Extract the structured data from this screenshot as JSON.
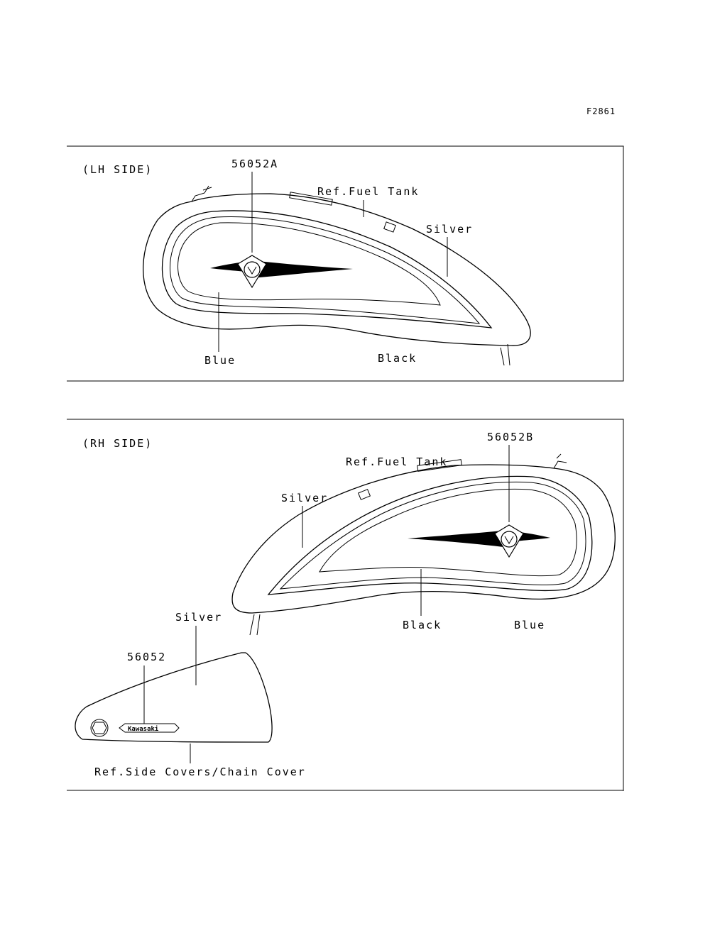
{
  "figure_code": "F2861",
  "lh_panel": {
    "side_label": "(LH SIDE)",
    "part_number": "56052A",
    "ref_label": "Ref.Fuel Tank",
    "color_silver": "Silver",
    "color_blue": "Blue",
    "color_black": "Black"
  },
  "rh_panel": {
    "side_label": "(RH SIDE)",
    "part_number": "56052B",
    "ref_label": "Ref.Fuel Tank",
    "color_silver": "Silver",
    "color_black": "Black",
    "color_blue": "Blue",
    "side_cover": {
      "color_silver": "Silver",
      "part_number": "56052",
      "logo_text": "Kawasaki",
      "ref_label": "Ref.Side Covers/Chain Cover"
    }
  }
}
